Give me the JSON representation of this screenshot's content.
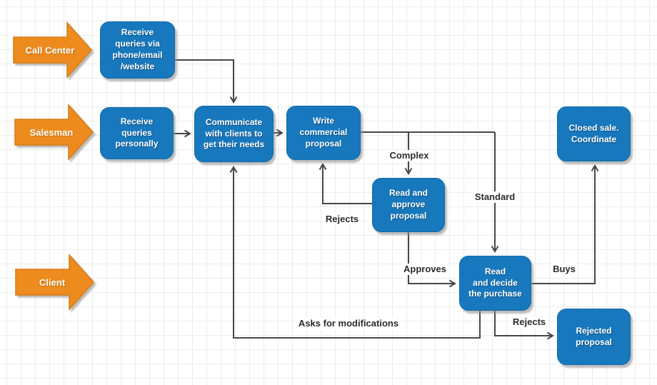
{
  "diagram": {
    "kind": "flowchart",
    "lanes": [
      {
        "label": "Call Center"
      },
      {
        "label": "Salesman"
      },
      {
        "label": "Client"
      }
    ],
    "nodes": [
      {
        "id": "receive-queries-channels",
        "label": "Receive\nqueries via\nphone/email\n/website"
      },
      {
        "id": "receive-queries-personally",
        "label": "Receive\nqueries\npersonally"
      },
      {
        "id": "communicate-with-clients",
        "label": "Communicate\nwith clients to\nget their needs"
      },
      {
        "id": "write-commercial-proposal",
        "label": "Write\ncommercial\nproposal"
      },
      {
        "id": "read-and-approve-proposal",
        "label": "Read and\napprove\nproposal"
      },
      {
        "id": "read-and-decide-purchase",
        "label": "Read\nand decide\nthe purchase"
      },
      {
        "id": "closed-sale",
        "label": "Closed sale.\nCoordinate"
      },
      {
        "id": "rejected-proposal",
        "label": "Rejected\nproposal"
      }
    ],
    "edge_labels": [
      {
        "id": "complex",
        "text": "Complex"
      },
      {
        "id": "standard",
        "text": "Standard"
      },
      {
        "id": "rejects-proposal",
        "text": "Rejects"
      },
      {
        "id": "approves",
        "text": "Approves"
      },
      {
        "id": "buys",
        "text": "Buys"
      },
      {
        "id": "rejects-purchase",
        "text": "Rejects"
      },
      {
        "id": "asks-for-modifications",
        "text": "Asks for modifications"
      }
    ],
    "colors": {
      "node_fill": "#1878bd",
      "node_border": "#116ba8",
      "lane_fill": "#ee8b1e",
      "lane_border": "#d87c12",
      "connector": "#474747",
      "label_text": "#2b2b2b",
      "grid": "#ececec"
    }
  }
}
